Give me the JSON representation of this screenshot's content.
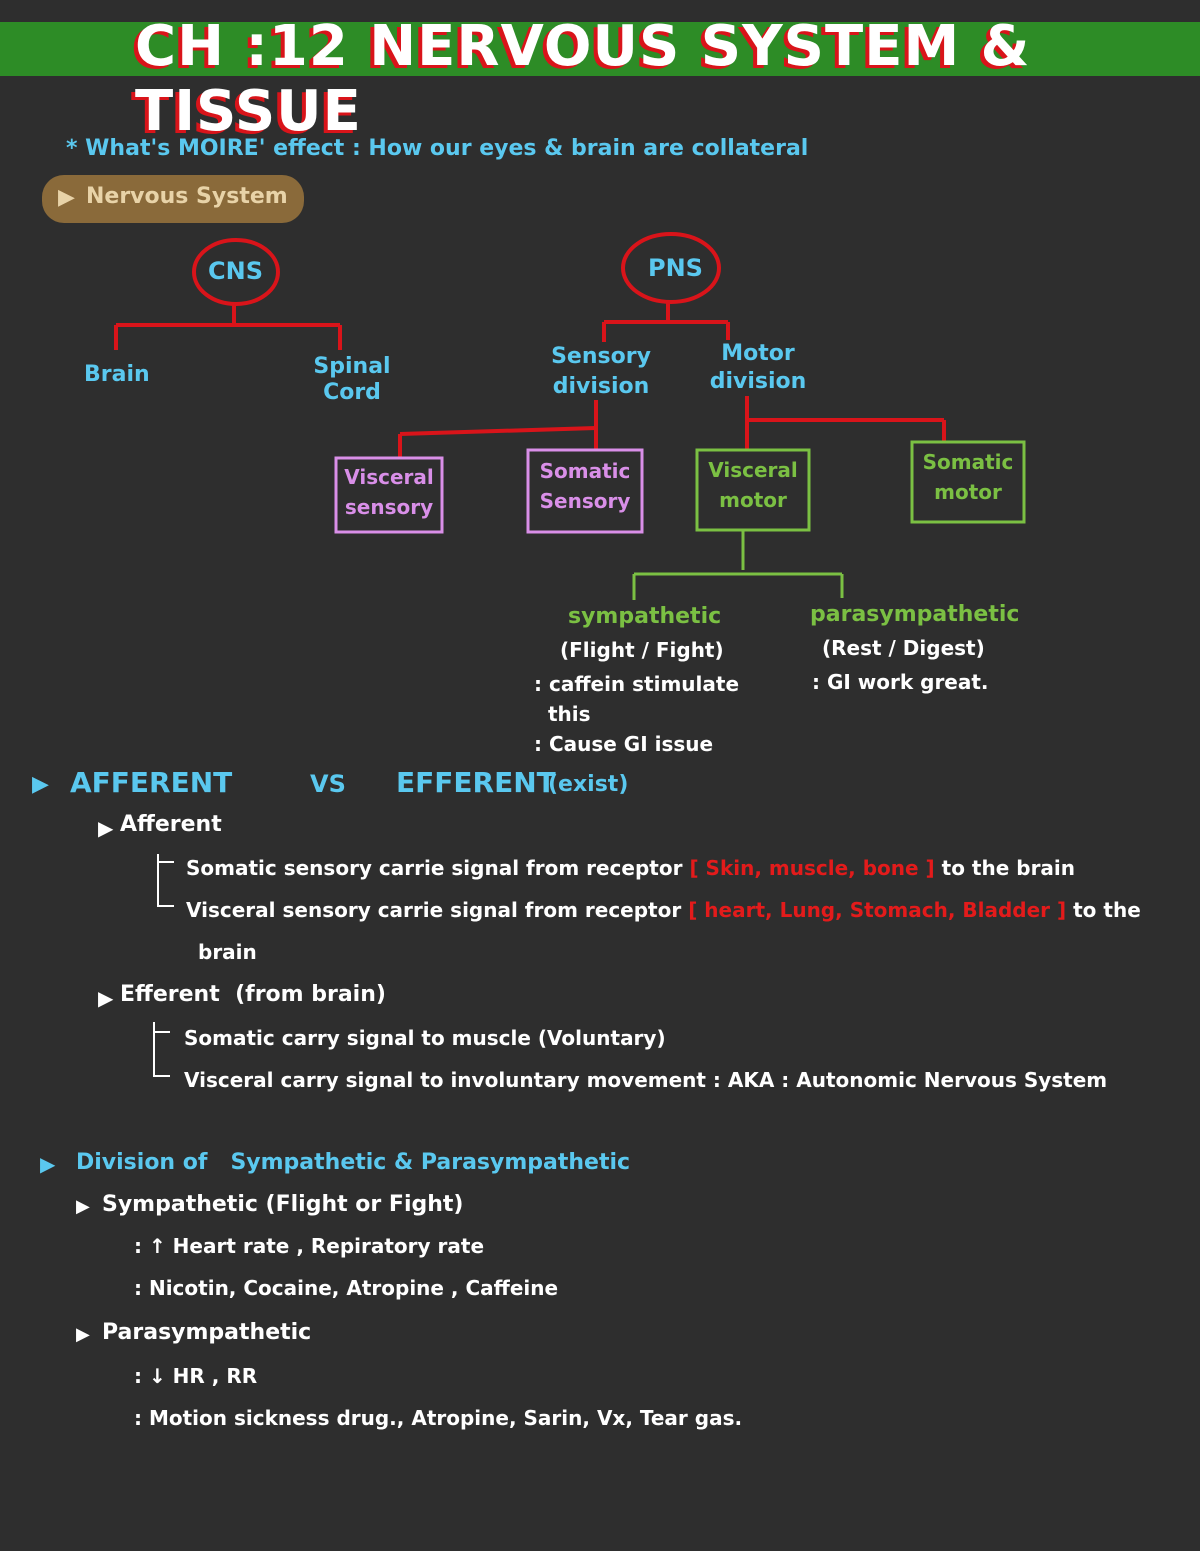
{
  "title": "CH :12 NERVOUS SYSTEM & TISSUE",
  "note_moire": "* What's MOIRE' effect : How our eyes & brain are collateral",
  "section_nervous_system": "Nervous System",
  "diagram": {
    "cns": "CNS",
    "pns": "PNS",
    "brain": "Brain",
    "spinal_cord": [
      "Spinal",
      "Cord"
    ],
    "sensory_division": [
      "Sensory",
      "division"
    ],
    "motor_division": [
      "Motor",
      "division"
    ],
    "visceral_sensory": [
      "Visceral",
      "sensory"
    ],
    "somatic_sensory": [
      "Somatic",
      "Sensory"
    ],
    "visceral_motor": [
      "Visceral",
      "motor"
    ],
    "somatic_motor": [
      "Somatic",
      "motor"
    ],
    "sympathetic": "sympathetic",
    "sympathetic_notes": [
      "(Flight / Fight)",
      ": caffein stimulate",
      "this",
      ": Cause GI issue"
    ],
    "parasympathetic": "parasympathetic",
    "parasympathetic_notes": [
      "(Rest / Digest)",
      ": GI work great."
    ]
  },
  "afferent_efferent": {
    "heading_left": "AFFERENT",
    "heading_vs": "VS",
    "heading_right": "EFFERENT",
    "heading_note": "(exist)",
    "afferent_label": "Afferent",
    "afferent_items": [
      {
        "lead": "Somatic sensory carrie signal from receptor",
        "highlight": "[ Skin, muscle, bone ]",
        "tail": "to the brain"
      },
      {
        "lead": "Visceral sensory carrie signal from receptor",
        "highlight": "[ heart, Lung, Stomach, Bladder ]",
        "tail": "to the",
        "tail2": "brain"
      }
    ],
    "efferent_label": "Efferent",
    "efferent_note": "(from brain)",
    "efferent_items": [
      "Somatic carry signal to muscle (Voluntary)",
      "Visceral carry signal to involuntary movement : AKA : Autonomic Nervous System"
    ]
  },
  "division": {
    "heading_left": "Division of",
    "heading_right": "Sympathetic & Parasympathetic",
    "sympathetic_label": "Sympathetic (Flight or Fight)",
    "sympathetic_items": [
      ": ↑ Heart rate , Repiratory rate",
      ": Nicotin, Cocaine, Atropine , Caffeine"
    ],
    "parasympathetic_label": "Parasympathetic",
    "parasympathetic_items": [
      ": ↓ HR , RR",
      ": Motion sickness drug., Atropine, Sarin, Vx, Tear gas."
    ]
  },
  "colors": {
    "banner": "#2d8c26",
    "title_shadow": "#d9141a",
    "cyan": "#5ac8ef",
    "tree_red": "#d9141a",
    "green": "#7bc043",
    "pink": "#d98fe8",
    "highlight_red": "#e31b1b",
    "pill": "#8a6a3a"
  }
}
